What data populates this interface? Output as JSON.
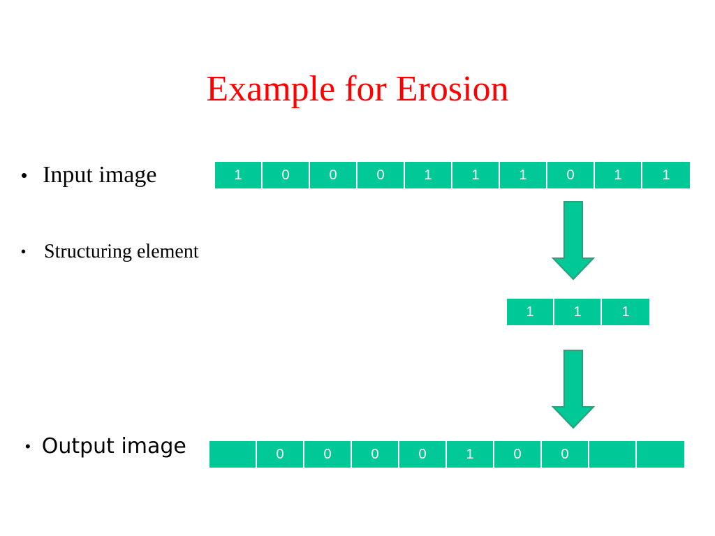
{
  "title": "Example for Erosion",
  "colors": {
    "title": "#ff0000",
    "cell": "#00c896",
    "cell_text": "#ffffff",
    "arrow": "#00c896"
  },
  "bullets": {
    "marker": "•",
    "input_label": "Input image",
    "structuring_label": "Structuring element",
    "output_label": "Output image"
  },
  "input_image": [
    "1",
    "0",
    "0",
    "0",
    "1",
    "1",
    "1",
    "0",
    "1",
    "1"
  ],
  "structuring_element": [
    "1",
    "1",
    "1"
  ],
  "output_image": [
    "",
    "0",
    "0",
    "0",
    "0",
    "1",
    "0",
    "0",
    "",
    ""
  ],
  "icons": {
    "arrow": "down-arrow-icon"
  }
}
